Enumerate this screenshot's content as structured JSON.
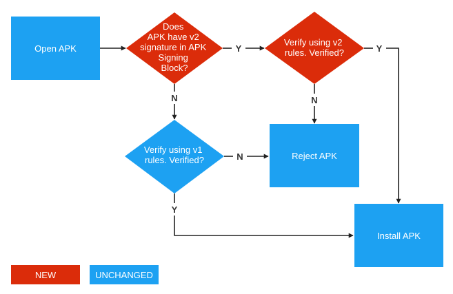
{
  "colors": {
    "new": "#db2c0a",
    "unchanged": "#1da1f2",
    "edge": "#222222",
    "label": "#333333",
    "node_text": "#ffffff"
  },
  "nodes": {
    "open_apk": {
      "lines": [
        "Open APK"
      ]
    },
    "has_v2": {
      "lines": [
        "Does",
        "APK have v2",
        "signature in APK",
        "Signing",
        "Block?"
      ]
    },
    "verify_v2": {
      "lines": [
        "Verify using v2",
        "rules. Verified?"
      ]
    },
    "verify_v1": {
      "lines": [
        "Verify using v1",
        "rules. Verified?"
      ]
    },
    "reject_apk": {
      "lines": [
        "Reject APK"
      ]
    },
    "install_apk": {
      "lines": [
        "Install APK"
      ]
    }
  },
  "edges": {
    "has_v2_yes": "Y",
    "has_v2_no": "N",
    "verify_v2_yes": "Y",
    "verify_v2_no": "N",
    "verify_v1_no": "N",
    "verify_v1_yes": "Y"
  },
  "legend": {
    "new": "NEW",
    "unchanged": "UNCHANGED"
  }
}
